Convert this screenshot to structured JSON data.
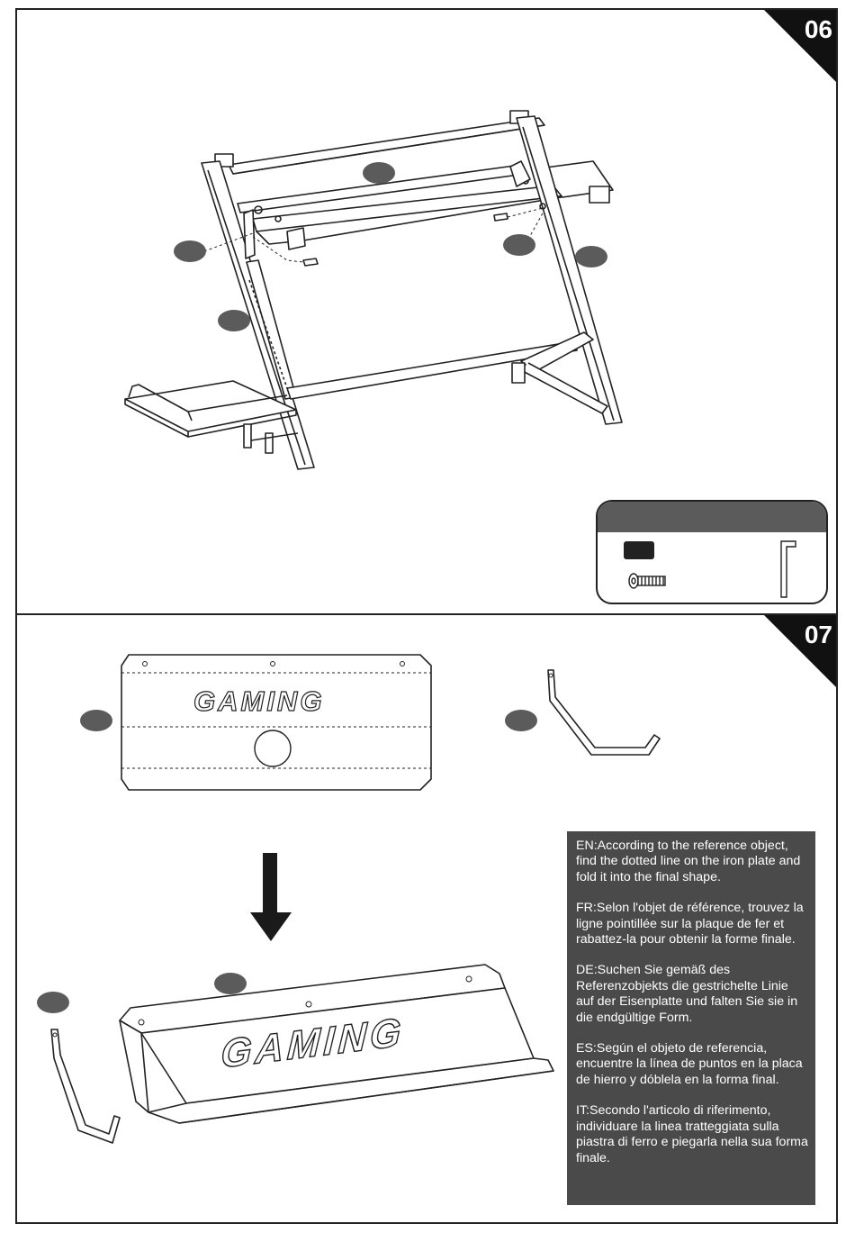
{
  "steps": [
    {
      "number": "06"
    },
    {
      "number": "07"
    }
  ],
  "plate": {
    "logo_text": "GAMING"
  },
  "instructions": {
    "en": "EN:According to the reference object, find the dotted line on the iron plate and fold it into the final shape.",
    "fr": "FR:Selon l'objet de référence, trouvez la ligne pointillée sur la plaque de fer et rabattez-la pour obtenir la forme finale.",
    "de": "DE:Suchen Sie gemäß des Referenzobjekts die gestrichelte Linie auf der Eisenplatte und falten Sie sie in die endgültige Form.",
    "es": "ES:Según el objeto de referencia, encuentre la línea de puntos en la placa de hierro y dóblela en la forma final.",
    "it": "IT:Secondo l'articolo di riferimento, individuare la linea tratteggiata sulla piastra di ferro e piegarla nella sua forma finale."
  },
  "icons": [
    "screw-icon",
    "allen-key-icon",
    "down-arrow-icon"
  ],
  "colors": {
    "callout": "#5b5b5b",
    "text_box": "#4a4a4a",
    "line": "#222222"
  }
}
